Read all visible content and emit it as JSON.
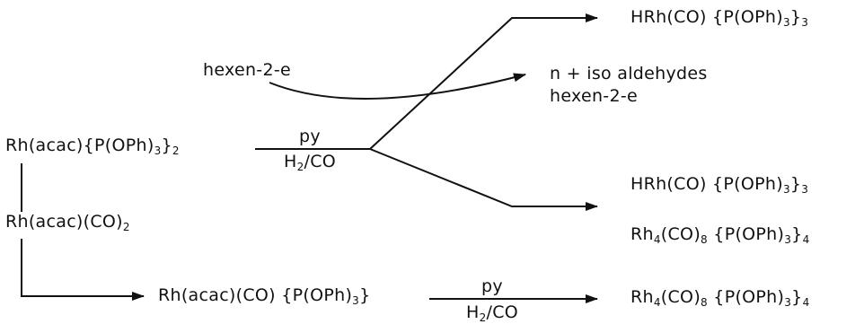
{
  "colors": {
    "ink": "#111111",
    "background": "#ffffff"
  },
  "reactant": {
    "rh_acac_phosphite": {
      "main": "Rh(acac){P(OPh)",
      "sub1": "3",
      "end": "}",
      "sub2": "2"
    },
    "rh_acac_co2": {
      "main": "Rh(acac)(CO)",
      "sub1": "2"
    },
    "rh_acac_co_phosphite": {
      "main": "Rh(acac)(CO) {P(OPh)",
      "sub1": "3",
      "end": "}"
    }
  },
  "substrate": {
    "label": "hexen-2-e"
  },
  "conditions": {
    "upper": {
      "reagent": "py",
      "gas_a": "H",
      "gas_sub": "2",
      "gas_b": "/CO"
    },
    "lower": {
      "reagent": "py",
      "gas_a": "H",
      "gas_sub": "2",
      "gas_b": "/CO"
    }
  },
  "products": {
    "top": {
      "main": "HRh(CO) {P(OPh)",
      "sub1": "3",
      "end": "}",
      "sub2": "3"
    },
    "aldehydes": {
      "line1": "n + iso aldehydes",
      "line2": "hexen-2-e"
    },
    "middle_hydride": {
      "main": "HRh(CO) {P(OPh)",
      "sub1": "3",
      "end": "}",
      "sub2": "3"
    },
    "middle_cluster": {
      "main_a": "Rh",
      "sub_a": "4",
      "main_b": "(CO)",
      "sub_b": "8",
      "main_c": " {P(OPh)",
      "sub_c": "3",
      "end": "}",
      "sub_d": "4"
    },
    "bottom_cluster": {
      "main_a": "Rh",
      "sub_a": "4",
      "main_b": "(CO)",
      "sub_b": "8",
      "main_c": " {P(OPh)",
      "sub_c": "3",
      "end": "}",
      "sub_d": "4"
    }
  }
}
